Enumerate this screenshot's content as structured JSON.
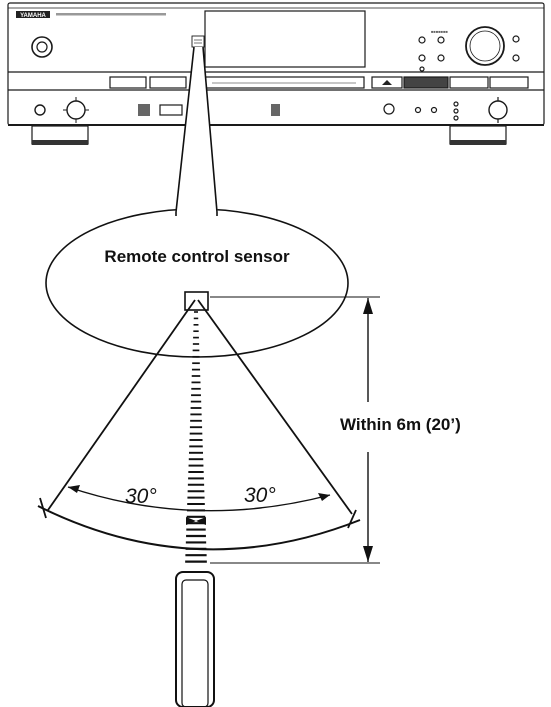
{
  "device": {
    "brand_logo": "YAMAHA",
    "sensor_window_label": "IR"
  },
  "labels": {
    "sensor": "Remote control sensor",
    "range": "Within 6m (20’)",
    "angle_left": "30°",
    "angle_right": "30°"
  },
  "angles_deg": [
    30,
    30
  ],
  "range_value": {
    "meters": 6,
    "feet": 20
  }
}
